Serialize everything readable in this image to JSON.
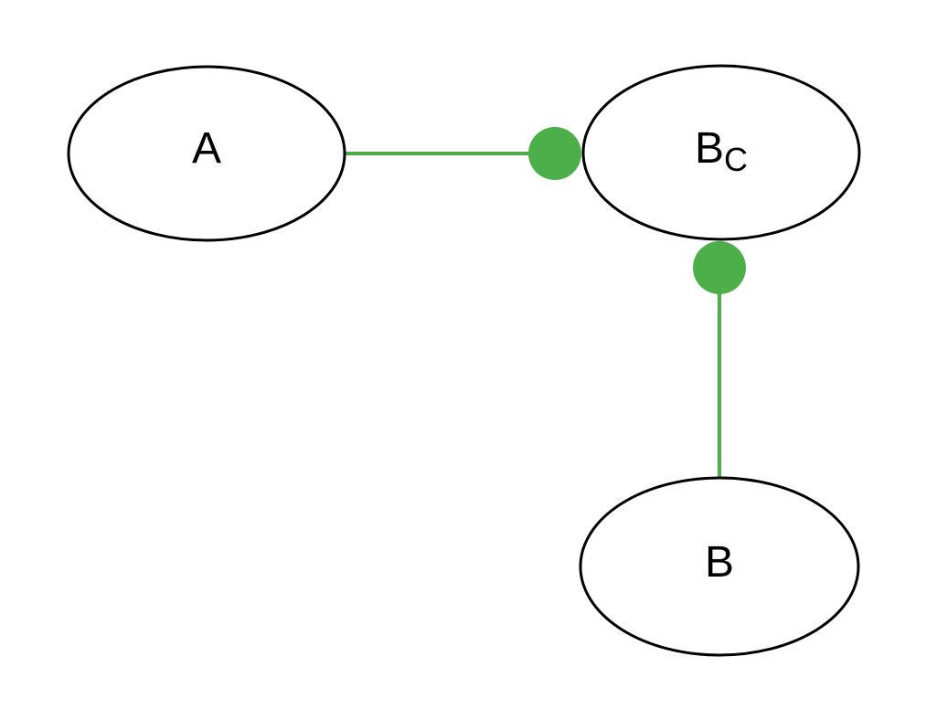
{
  "diagram": {
    "colors": {
      "background": "#ffffff",
      "node_fill": "#ffffff",
      "node_stroke": "#000000",
      "label": "#000000",
      "edge": "#4daf4a"
    },
    "nodes": [
      {
        "id": "A",
        "label": "A"
      },
      {
        "id": "B_C",
        "label": "B",
        "subscript": "C"
      },
      {
        "id": "B",
        "label": "B"
      }
    ],
    "edges": [
      {
        "between": [
          "A",
          "B_C"
        ],
        "connector": "dot",
        "dot_at": "B_C"
      },
      {
        "between": [
          "B_C",
          "B"
        ],
        "connector": "dot",
        "dot_at": "B_C"
      }
    ]
  }
}
